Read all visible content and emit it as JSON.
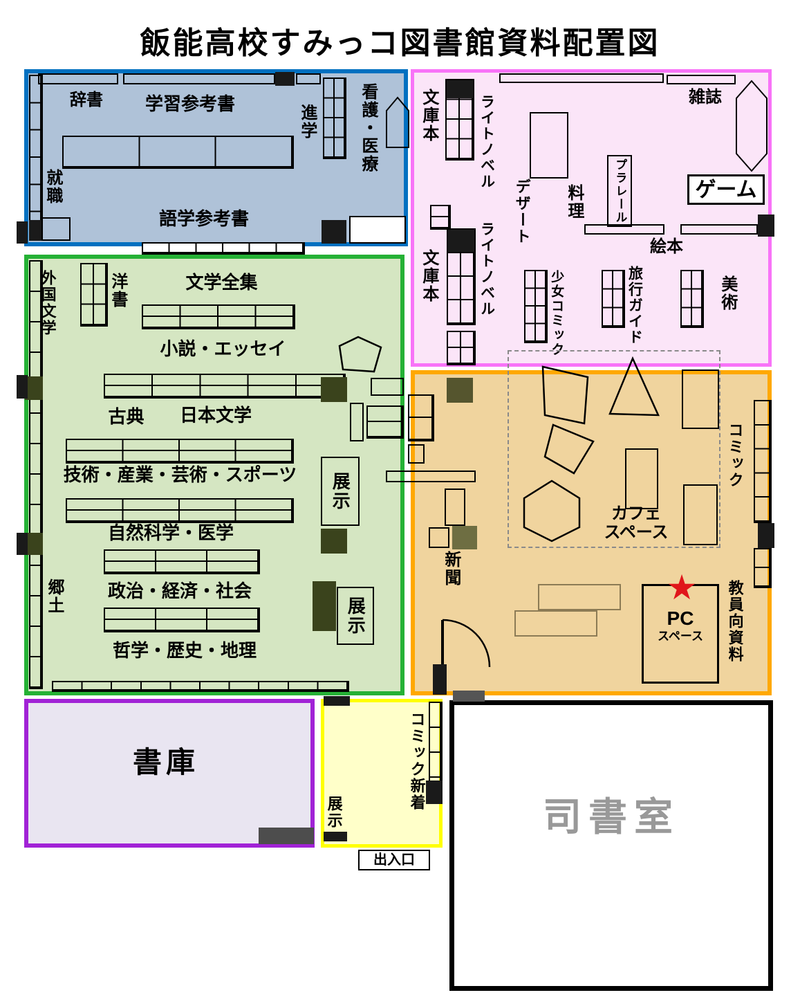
{
  "title": "飯能高校すみっコ図書館資料配置図",
  "colors": {
    "blue_zone_border": "#0070C0",
    "blue_zone_fill": "#AFC2D8",
    "pink_zone_border": "#F873F8",
    "pink_zone_fill": "#FBE5F8",
    "green_zone_border": "#25B135",
    "green_zone_fill": "#D5E6C2",
    "orange_zone_border": "#FFA800",
    "orange_zone_fill": "#F0D49E",
    "purple_zone_border": "#A122D6",
    "purple_zone_fill": "#E9E5F1",
    "yellow_zone_border": "#FFFF00",
    "yellow_zone_fill": "#FFFFC9",
    "star": "#E0161B",
    "librarian_room_text": "#999999"
  },
  "icons": {
    "pc_star": "★"
  },
  "blue": {
    "dictionary": "辞書",
    "study_reference": "学習参考書",
    "advancement": "進学",
    "nursing_medical": "看護・医療",
    "employment": "就職",
    "language_reference": "語学参考書"
  },
  "pink": {
    "bunkobon_upper": "文庫本",
    "light_novel_upper": "ライトノベル",
    "magazines": "雑誌",
    "dessert": "デザート",
    "cooking": "料理",
    "plarail": "プラレール",
    "game": "ゲーム",
    "bunkobon_lower": "文庫本",
    "light_novel_lower": "ライトノベル",
    "picture_books": "絵本",
    "shojo_comics": "少女コミック",
    "travel_guide": "旅行ガイド",
    "art": "美術"
  },
  "green": {
    "foreign_literature": "外国文学",
    "western_books": "洋書",
    "literature_collection": "文学全集",
    "novels_essays": "小説・エッセイ",
    "classics": "古典",
    "japanese_literature": "日本文学",
    "tech_industry_art_sports": "技術・産業・芸術・スポーツ",
    "natural_science_medicine": "自然科学・医学",
    "politics_economy_society": "政治・経済・社会",
    "philosophy_history_geography": "哲学・歴史・地理",
    "local_materials": "郷土",
    "display_1": "展示",
    "display_2": "展示"
  },
  "orange": {
    "newspaper": "新聞",
    "cafe_space": "カフェ\nスペース",
    "pc": "PC",
    "pc_space": "スペース",
    "comics": "コミック",
    "teacher_materials": "教員向資料"
  },
  "purple": {
    "stacks": "書庫"
  },
  "yellow": {
    "new_comics": "コミック新着",
    "display": "展示",
    "entrance": "出入口"
  },
  "librarian_room": {
    "name": "司書室"
  }
}
